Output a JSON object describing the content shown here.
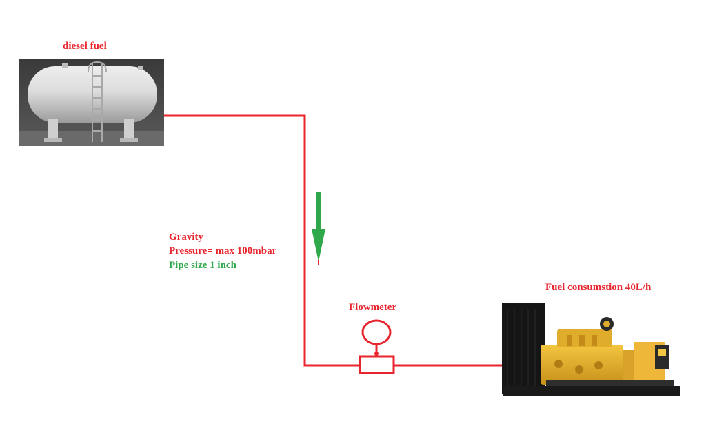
{
  "labels": {
    "tank": "diesel fuel",
    "gravity": "Gravity",
    "pressure": "Pressure= max 100mbar",
    "pipe_size": "Pipe size 1 inch",
    "flowmeter": "Flowmeter",
    "consumption": "Fuel consumstion 40L/h"
  },
  "colors": {
    "pipe": "#e8242c",
    "arrow": "#2ea84a",
    "red_text": "#e8242c",
    "green_text": "#2ea84a"
  },
  "images": {
    "tank": "diesel-storage-tank-photo",
    "generator": "diesel-generator-photo"
  }
}
